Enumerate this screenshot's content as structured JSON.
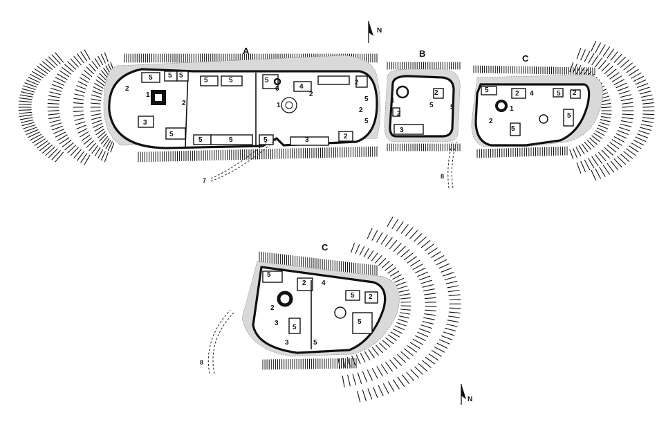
{
  "sections": {
    "a": "A",
    "b": "B",
    "c_top": "C",
    "c_detail": "C"
  },
  "north": {
    "top": "N",
    "bottom": "N"
  },
  "paths": {
    "seven": "7",
    "eight_top": "8",
    "eight_bottom": "8"
  },
  "numbers": [
    "1",
    "2",
    "3",
    "4",
    "5",
    "6"
  ],
  "colors": {
    "ink": "#111111",
    "rubble": "#d9d9d9",
    "paper": "#ffffff"
  }
}
